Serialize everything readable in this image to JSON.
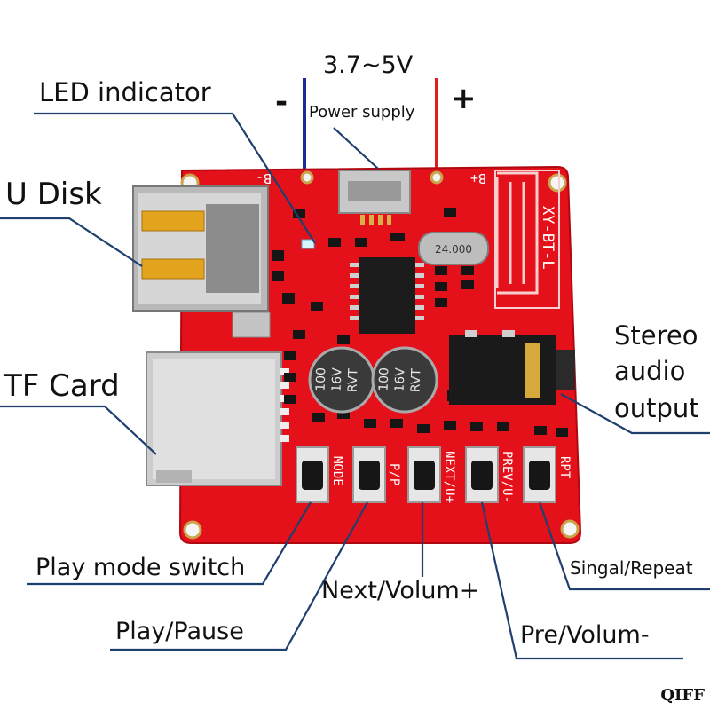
{
  "labels": {
    "voltage": "3.7~5V",
    "power_supply": "Power supply",
    "minus": "-",
    "plus": "+",
    "led_indicator": "LED indicator",
    "u_disk": "U Disk",
    "tf_card": "TF Card",
    "stereo_line1": "Stereo",
    "stereo_line2": "audio",
    "stereo_line3": "output",
    "play_mode_switch": "Play mode switch",
    "play_pause": "Play/Pause",
    "next_volum": "Next/Volum+",
    "pre_volum": "Pre/Volum-",
    "singal_repeat": "Singal/Repeat"
  },
  "board": {
    "model": "XY-BT-L",
    "pad_minus": "B-",
    "pad_plus": "B+",
    "crystal": "24.000",
    "cap_text": [
      "100",
      "16V",
      "RVT"
    ],
    "buttons": [
      "MODE",
      "P/P",
      "NEXT/U+",
      "PREV/U-",
      "RPT"
    ]
  },
  "watermark": "QIFF",
  "colors": {
    "pcb": "#e4101a",
    "wire_negative": "#1a2a9c",
    "wire_positive": "#e11d1d",
    "callout_line": "#1f3f6e"
  }
}
